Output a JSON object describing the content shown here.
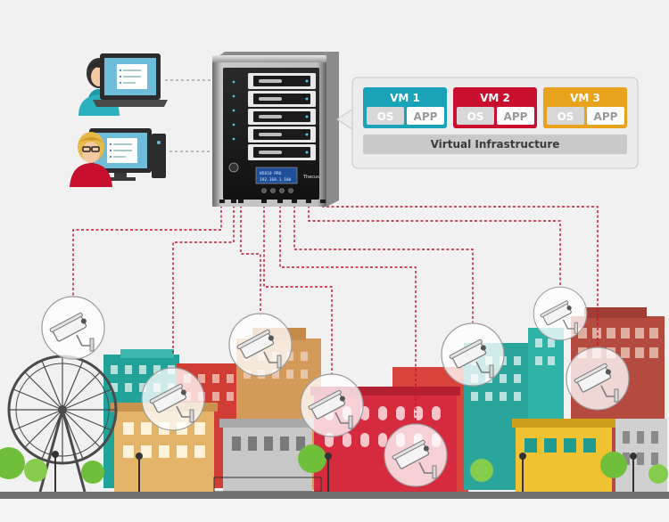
{
  "vms": [
    {
      "label": "VM 1",
      "os": "OS",
      "app": "APP",
      "color": "#1aa2b8"
    },
    {
      "label": "VM 2",
      "os": "OS",
      "app": "APP",
      "color": "#c8102e"
    },
    {
      "label": "VM 3",
      "os": "OS",
      "app": "APP",
      "color": "#e8a21c"
    }
  ],
  "infrastructure": {
    "label": "Virtual Infrastructure"
  },
  "nas": {
    "brand": "Thecus",
    "lcd_line1": "N5810 PRO",
    "lcd_line2": "192.168.1.100"
  },
  "colors": {
    "link": "#c8102e",
    "sky": "#f1f1f1",
    "panel": "#ececec",
    "chip": "#d7d7d7",
    "ground": "#6f6f6f"
  },
  "icons": [
    "user-woman-icon",
    "user-glasses-icon",
    "laptop-icon",
    "desktop-computer-icon",
    "nas-server-icon",
    "ip-camera-icon",
    "ferris-wheel-icon",
    "tree-icon",
    "street-lamp-icon"
  ]
}
